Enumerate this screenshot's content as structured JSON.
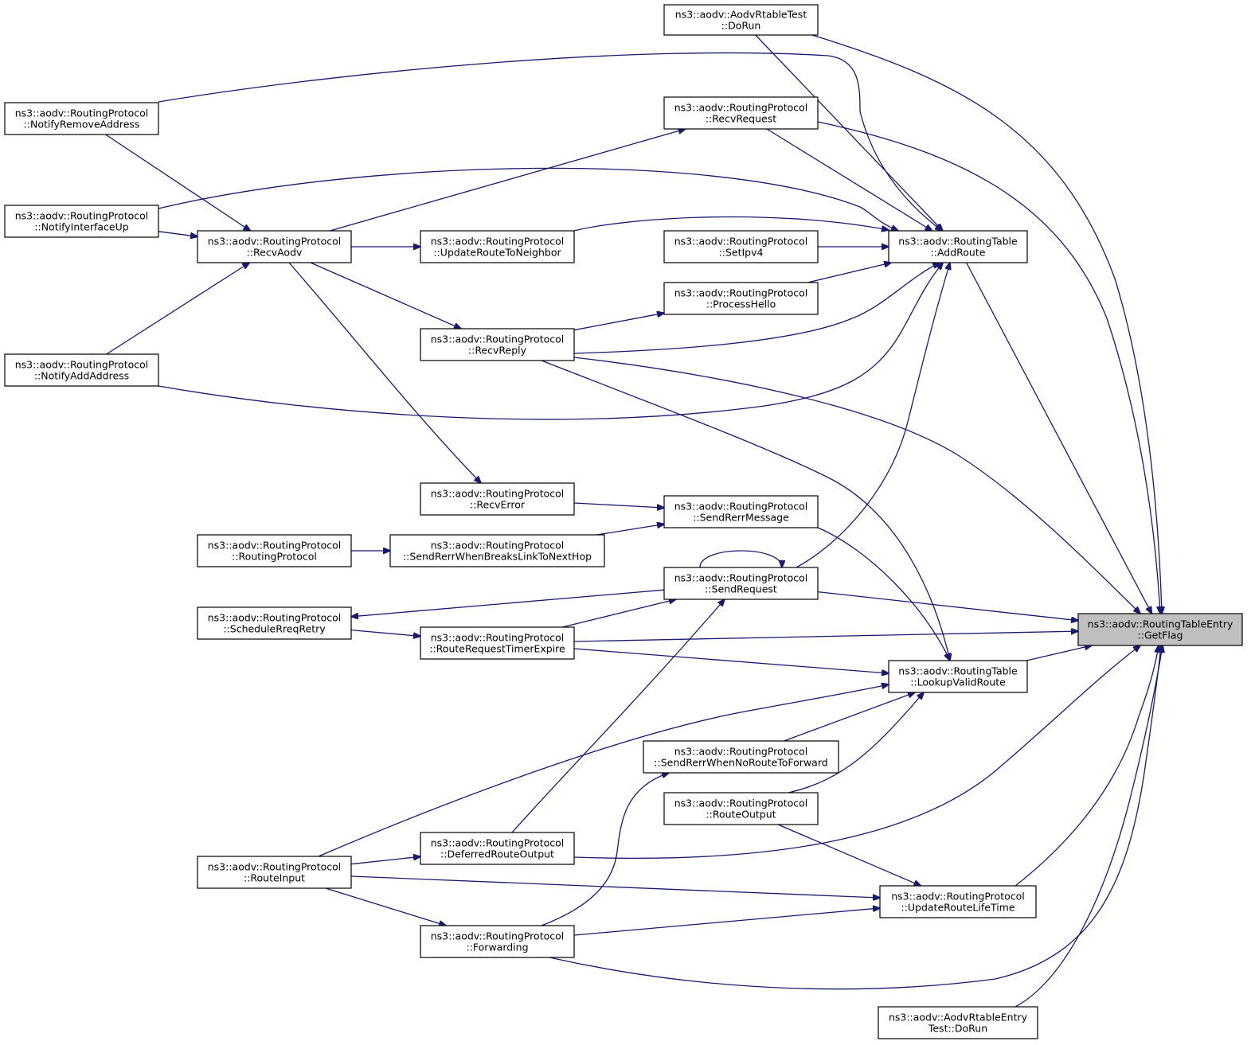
{
  "diagram": {
    "edge_color": "#191970",
    "focus_fill": "#bfbfbf",
    "nodes": [
      {
        "id": "getflag",
        "lines": [
          "ns3::aodv::RoutingTableEntry",
          "::GetFlag"
        ],
        "focus": true
      },
      {
        "id": "rtabletest",
        "lines": [
          "ns3::aodv::AodvRtableTest",
          "::DoRun"
        ]
      },
      {
        "id": "notifyremove",
        "lines": [
          "ns3::aodv::RoutingProtocol",
          "::NotifyRemoveAddress"
        ]
      },
      {
        "id": "recvrequest",
        "lines": [
          "ns3::aodv::RoutingProtocol",
          "::RecvRequest"
        ]
      },
      {
        "id": "notifyup",
        "lines": [
          "ns3::aodv::RoutingProtocol",
          "::NotifyInterfaceUp"
        ]
      },
      {
        "id": "recvaodv",
        "lines": [
          "ns3::aodv::RoutingProtocol",
          "::RecvAodv"
        ]
      },
      {
        "id": "updateneighbor",
        "lines": [
          "ns3::aodv::RoutingProtocol",
          "::UpdateRouteToNeighbor"
        ]
      },
      {
        "id": "setipv4",
        "lines": [
          "ns3::aodv::RoutingProtocol",
          "::SetIpv4"
        ]
      },
      {
        "id": "addroute",
        "lines": [
          "ns3::aodv::RoutingTable",
          "::AddRoute"
        ]
      },
      {
        "id": "processhello",
        "lines": [
          "ns3::aodv::RoutingProtocol",
          "::ProcessHello"
        ]
      },
      {
        "id": "recvreply",
        "lines": [
          "ns3::aodv::RoutingProtocol",
          "::RecvReply"
        ]
      },
      {
        "id": "notifyadd",
        "lines": [
          "ns3::aodv::RoutingProtocol",
          "::NotifyAddAddress"
        ]
      },
      {
        "id": "recverror",
        "lines": [
          "ns3::aodv::RoutingProtocol",
          "::RecvError"
        ]
      },
      {
        "id": "sendrerr",
        "lines": [
          "ns3::aodv::RoutingProtocol",
          "::SendRerrMessage"
        ]
      },
      {
        "id": "rpctor",
        "lines": [
          "ns3::aodv::RoutingProtocol",
          "::RoutingProtocol"
        ]
      },
      {
        "id": "sendrerrbreaks",
        "lines": [
          "ns3::aodv::RoutingProtocol",
          "::SendRerrWhenBreaksLinkToNextHop"
        ]
      },
      {
        "id": "sendrequest",
        "lines": [
          "ns3::aodv::RoutingProtocol",
          "::SendRequest"
        ]
      },
      {
        "id": "schedulerreq",
        "lines": [
          "ns3::aodv::RoutingProtocol",
          "::ScheduleRreqRetry"
        ]
      },
      {
        "id": "rreqtimer",
        "lines": [
          "ns3::aodv::RoutingProtocol",
          "::RouteRequestTimerExpire"
        ]
      },
      {
        "id": "lookupvalid",
        "lines": [
          "ns3::aodv::RoutingTable",
          "::LookupValidRoute"
        ]
      },
      {
        "id": "sendrerrnoroute",
        "lines": [
          "ns3::aodv::RoutingProtocol",
          "::SendRerrWhenNoRouteToForward"
        ]
      },
      {
        "id": "routeoutput",
        "lines": [
          "ns3::aodv::RoutingProtocol",
          "::RouteOutput"
        ]
      },
      {
        "id": "deferred",
        "lines": [
          "ns3::aodv::RoutingProtocol",
          "::DeferredRouteOutput"
        ]
      },
      {
        "id": "routeinput",
        "lines": [
          "ns3::aodv::RoutingProtocol",
          "::RouteInput"
        ]
      },
      {
        "id": "updatelifetime",
        "lines": [
          "ns3::aodv::RoutingProtocol",
          "::UpdateRouteLifeTime"
        ]
      },
      {
        "id": "forwarding",
        "lines": [
          "ns3::aodv::RoutingProtocol",
          "::Forwarding"
        ]
      },
      {
        "id": "entrytest",
        "lines": [
          "ns3::aodv::AodvRtableEntry",
          "Test::DoRun"
        ]
      }
    ],
    "edges": [
      {
        "from": "rtabletest",
        "to": "getflag"
      },
      {
        "from": "recvrequest",
        "to": "getflag"
      },
      {
        "from": "addroute",
        "to": "getflag"
      },
      {
        "from": "recvreply",
        "to": "getflag"
      },
      {
        "from": "sendrequest",
        "to": "getflag"
      },
      {
        "from": "rreqtimer",
        "to": "getflag"
      },
      {
        "from": "lookupvalid",
        "to": "getflag"
      },
      {
        "from": "deferred",
        "to": "getflag"
      },
      {
        "from": "updatelifetime",
        "to": "getflag"
      },
      {
        "from": "forwarding",
        "to": "getflag"
      },
      {
        "from": "entrytest",
        "to": "getflag"
      },
      {
        "from": "rtabletest",
        "to": "addroute"
      },
      {
        "from": "notifyremove",
        "to": "addroute"
      },
      {
        "from": "recvrequest",
        "to": "addroute"
      },
      {
        "from": "notifyup",
        "to": "addroute"
      },
      {
        "from": "updateneighbor",
        "to": "addroute"
      },
      {
        "from": "setipv4",
        "to": "addroute"
      },
      {
        "from": "processhello",
        "to": "addroute"
      },
      {
        "from": "recvreply",
        "to": "addroute"
      },
      {
        "from": "notifyadd",
        "to": "addroute"
      },
      {
        "from": "sendrequest",
        "to": "addroute"
      },
      {
        "from": "notifyremove",
        "to": "recvaodv"
      },
      {
        "from": "notifyup",
        "to": "recvaodv"
      },
      {
        "from": "notifyadd",
        "to": "recvaodv"
      },
      {
        "from": "recvaodv",
        "to": "recvrequest"
      },
      {
        "from": "recvaodv",
        "to": "updateneighbor"
      },
      {
        "from": "recvaodv",
        "to": "recvreply"
      },
      {
        "from": "recvaodv",
        "to": "recverror"
      },
      {
        "from": "recvreply",
        "to": "processhello"
      },
      {
        "from": "recverror",
        "to": "sendrerr"
      },
      {
        "from": "sendrerrbreaks",
        "to": "sendrerr"
      },
      {
        "from": "rpctor",
        "to": "sendrerrbreaks"
      },
      {
        "from": "sendrequest",
        "to": "sendrequest"
      },
      {
        "from": "sendrequest",
        "to": "schedulerreq"
      },
      {
        "from": "rreqtimer",
        "to": "sendrequest"
      },
      {
        "from": "schedulerreq",
        "to": "rreqtimer"
      },
      {
        "from": "deferred",
        "to": "sendrequest"
      },
      {
        "from": "recvreply",
        "to": "lookupvalid"
      },
      {
        "from": "sendrerr",
        "to": "lookupvalid"
      },
      {
        "from": "rreqtimer",
        "to": "lookupvalid"
      },
      {
        "from": "routeinput",
        "to": "lookupvalid"
      },
      {
        "from": "sendrerrnoroute",
        "to": "lookupvalid"
      },
      {
        "from": "routeoutput",
        "to": "lookupvalid"
      },
      {
        "from": "forwarding",
        "to": "sendrerrnoroute"
      },
      {
        "from": "routeinput",
        "to": "deferred"
      },
      {
        "from": "routeinput",
        "to": "forwarding"
      },
      {
        "from": "routeinput",
        "to": "updatelifetime"
      },
      {
        "from": "routeoutput",
        "to": "updatelifetime"
      },
      {
        "from": "forwarding",
        "to": "updatelifetime"
      }
    ]
  }
}
